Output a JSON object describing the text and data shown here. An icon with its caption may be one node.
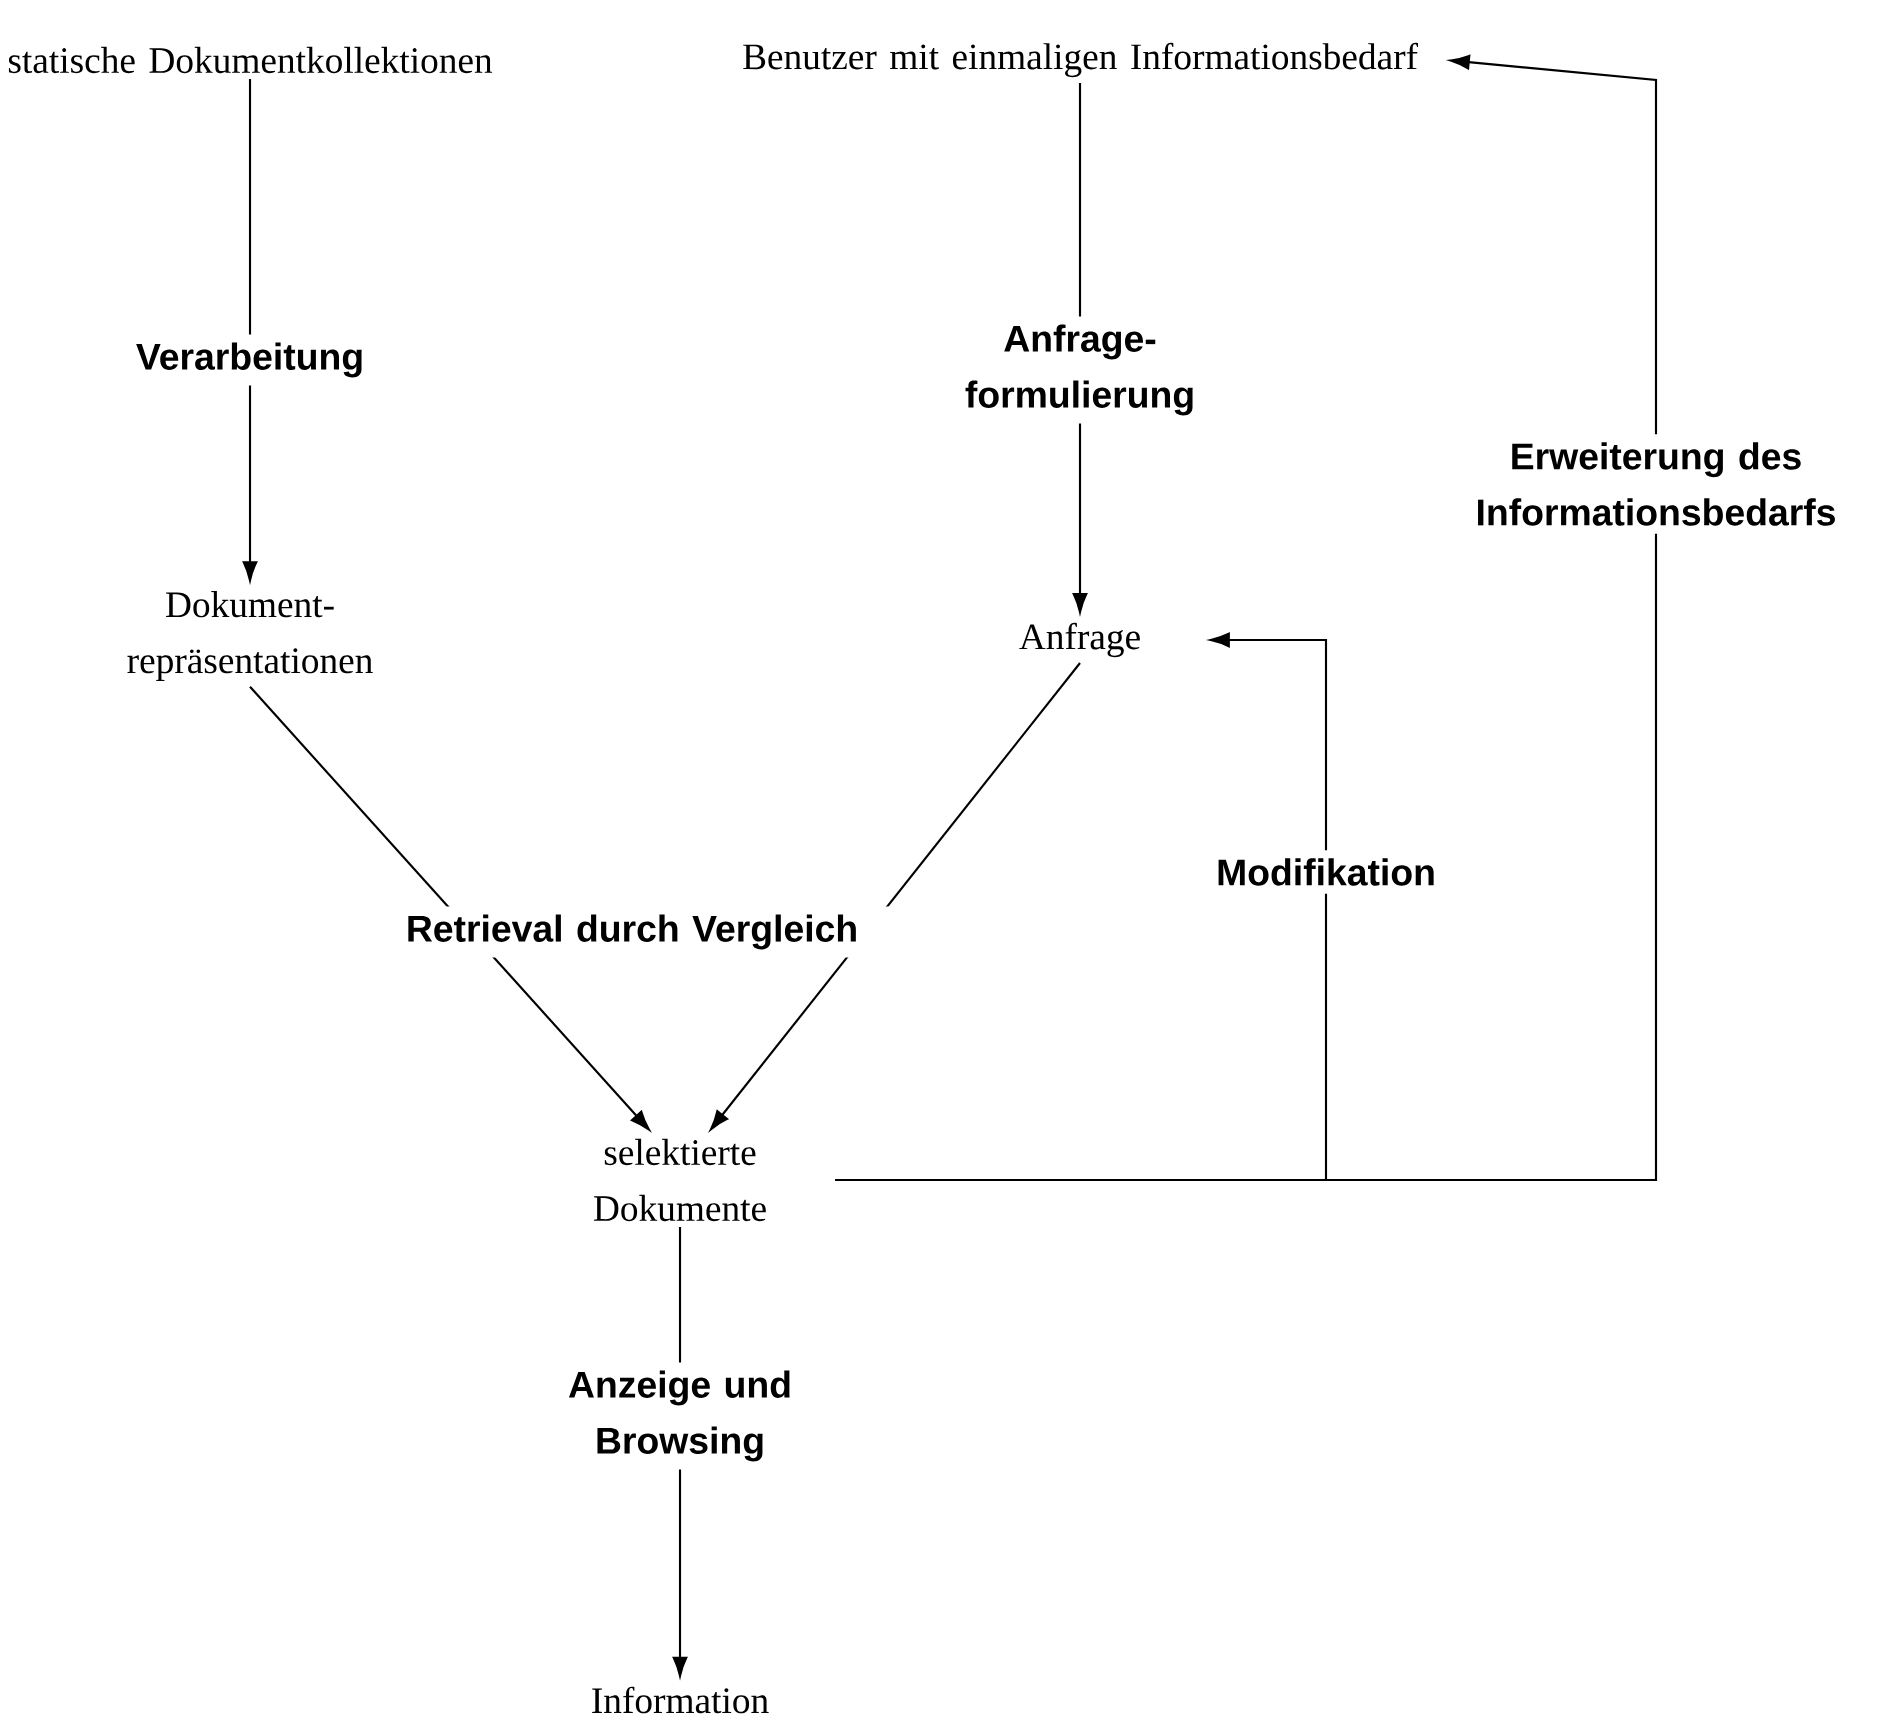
{
  "diagram": {
    "nodes": [
      {
        "text": [
          "statische Dokumentkollektionen"
        ]
      },
      {
        "text": [
          "Benutzer mit einmaligen Informationsbedarf"
        ]
      },
      {
        "text": [
          "Dokument- repräsentationen"
        ]
      },
      {
        "text": [
          "Anfrage"
        ]
      },
      {
        "text": [
          "selektierte Dokumente"
        ]
      },
      {
        "text": [
          "Information"
        ]
      }
    ],
    "edges": [
      {
        "from": 0,
        "to": 2,
        "arrow": "to",
        "label": "Verarbeitung"
      },
      {
        "from": 1,
        "to": 3,
        "arrow": "to",
        "label": "Anfrage- formulierung"
      },
      {
        "from": 2,
        "to": 4,
        "arrow": "to",
        "label": "Retrieval durch Vergleich"
      },
      {
        "from": 3,
        "to": 4,
        "arrow": "to"
      },
      {
        "from": 4,
        "to": 3,
        "arrow": "to",
        "label": "Modifikation"
      },
      {
        "from": 4,
        "to": 1,
        "arrow": "to",
        "label": "Erweiterung des Informationsbedarfs"
      },
      {
        "from": 4,
        "to": 5,
        "arrow": "to",
        "label": "Anzeige und Browsing"
      }
    ]
  }
}
